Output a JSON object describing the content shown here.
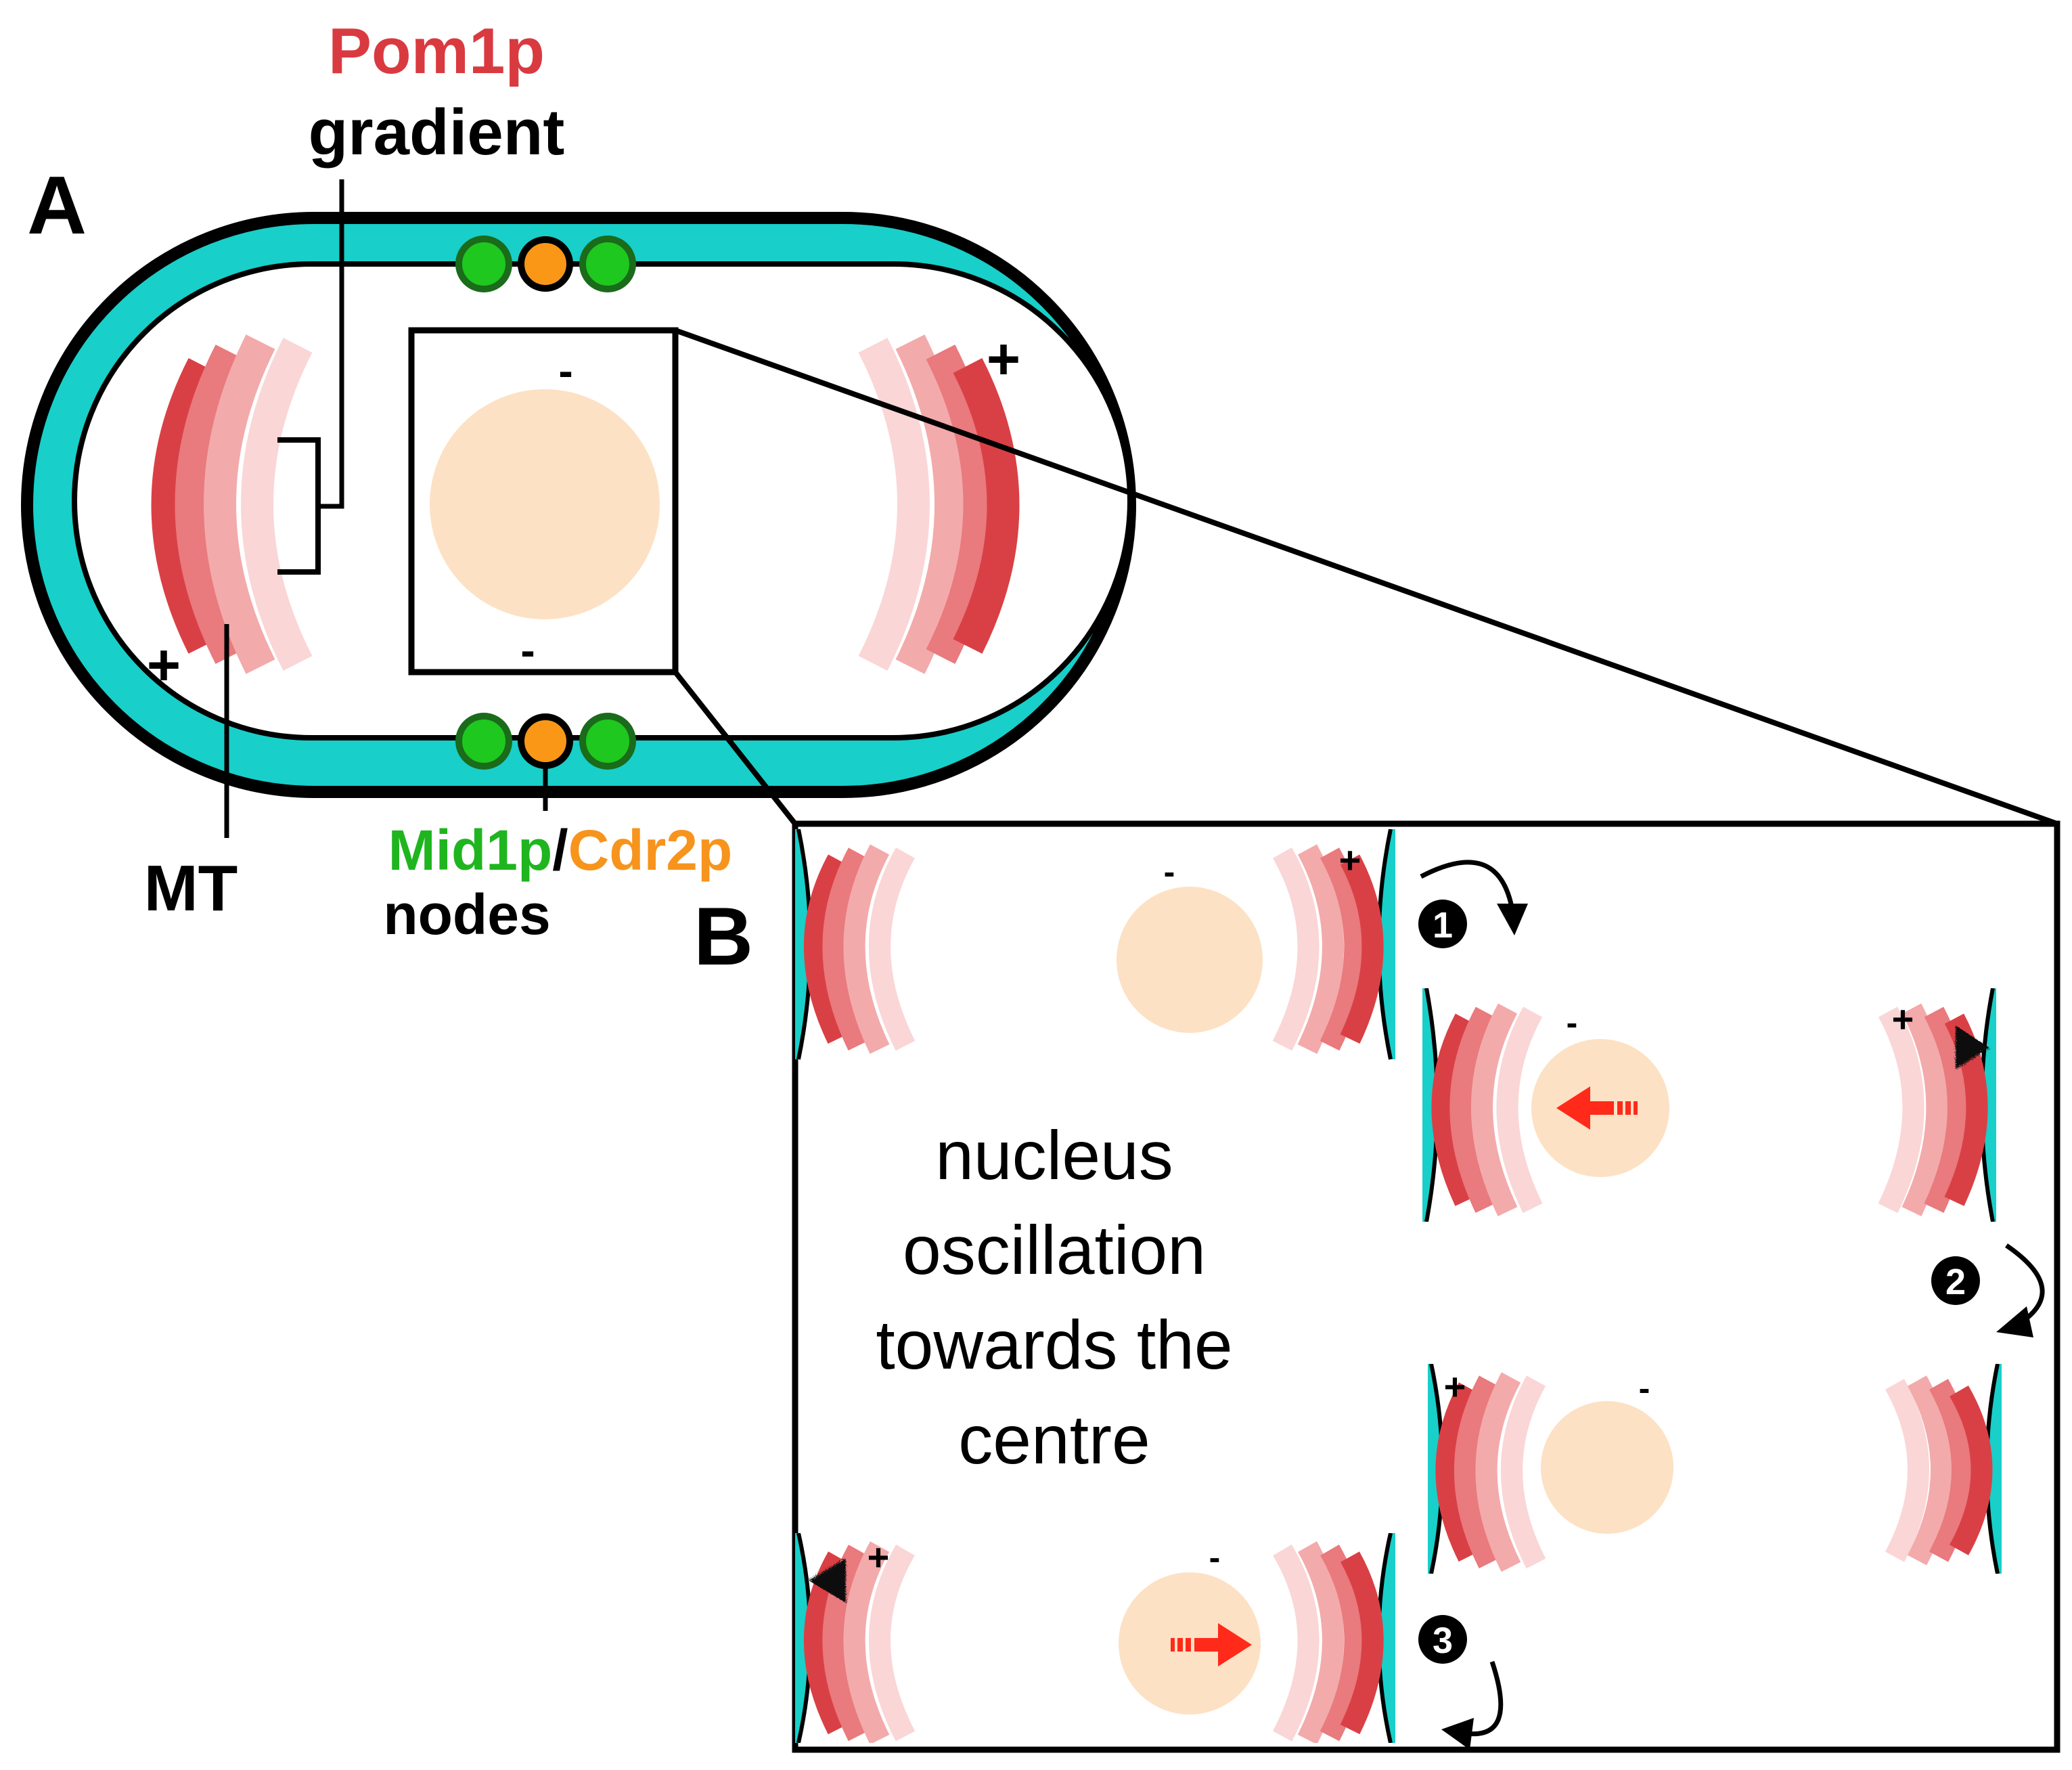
{
  "labels": {
    "panel_a": "A",
    "panel_b": "B",
    "pom1p": "Pom1p",
    "gradient": "gradient",
    "mt": "MT",
    "mid1p": "Mid1p",
    "slash": "/",
    "cdr2p": "Cdr2p",
    "nodes": "nodes",
    "plus": "+",
    "minus": "-",
    "step1": "1",
    "step2": "2",
    "step3": "3",
    "caption_lines": [
      "nucleus",
      "oscillation",
      "towards the",
      "centre"
    ]
  },
  "colors": {
    "cortex": "#18cfc9",
    "outline": "#000000",
    "pom_dark": "#d94045",
    "pom_mid": "#e97a7d",
    "pom_light": "#f3aaab",
    "pom_pale": "#fad6d6",
    "nucleus": "#fde1c4",
    "node_green": "#1ec81e",
    "node_green_border": "#1a6b1a",
    "node_orange": "#fb9716",
    "push_arrow": "#ff2a1a",
    "label_green": "#1fb51f",
    "label_orange": "#f7941d"
  }
}
